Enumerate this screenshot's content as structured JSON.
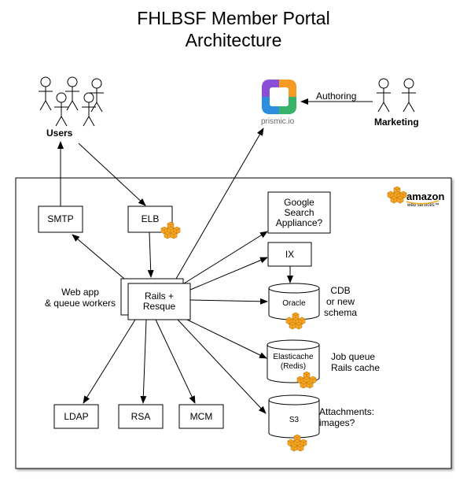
{
  "title": [
    "FHLBSF Member Portal",
    "Architecture"
  ],
  "actors": {
    "users_label": "Users",
    "marketing_label": "Marketing"
  },
  "prismic": {
    "label": "prismic.io",
    "edge_label": "Authoring",
    "icon": "prismic-logo-icon",
    "colors": [
      "#e63a6e",
      "#f59a23",
      "#38b36a",
      "#2d8ee0",
      "#8a4fd6"
    ]
  },
  "aws": {
    "brand": "amazon",
    "sub": "web services™",
    "icon": "aws-cube-icon",
    "cube_color": "#f7a823"
  },
  "boxes": {
    "smtp": "SMTP",
    "elb": "ELB",
    "rails": "Rails +\nResque",
    "google": "Google\nSearch\nAppliance?",
    "ix": "IX",
    "ldap": "LDAP",
    "rsa": "RSA",
    "mcm": "MCM"
  },
  "databases": {
    "oracle": "Oracle",
    "elasticache": "Elasticache\n(Redis)",
    "s3": "S3"
  },
  "notes": {
    "webapp": "Web app\n& queue workers",
    "cdb": "CDB\nor new\nschema",
    "jobqueue": "Job queue\nRails cache",
    "attachments": "Attachments:\nimages?"
  }
}
